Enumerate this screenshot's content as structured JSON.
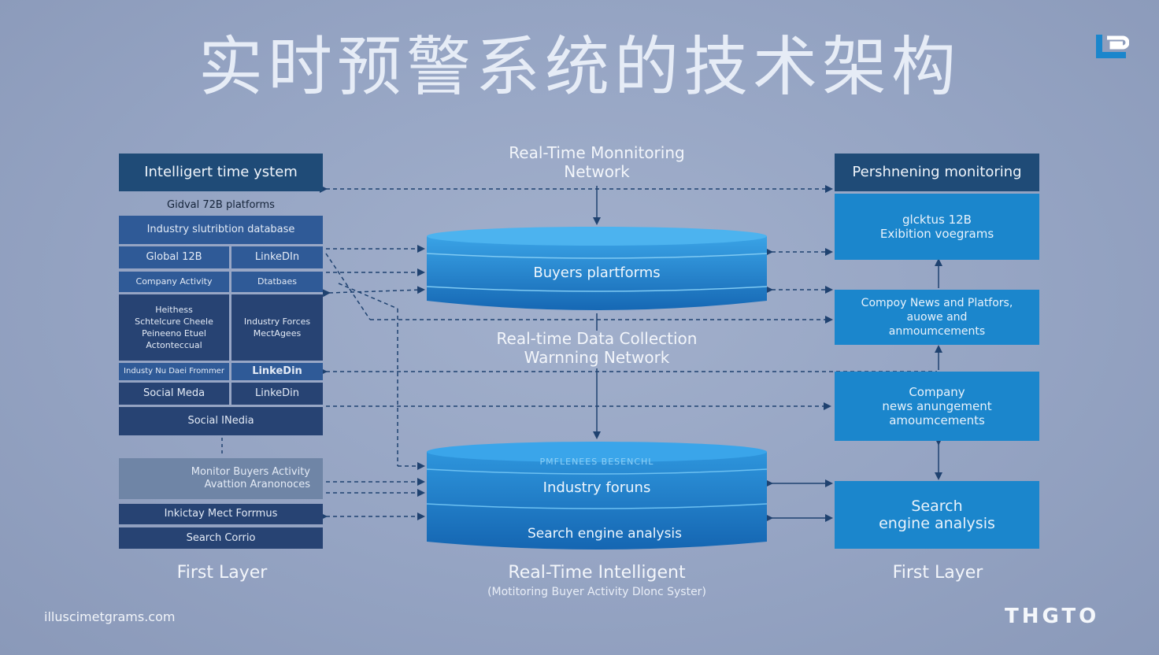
{
  "title": "实时预警系统的技术架构",
  "left": {
    "header": "Intelligert time ystem",
    "subheader": "Gidval 72B platforms",
    "row1": "Industry slutribtion database",
    "row2": [
      "Global 12B",
      "LinkeDIn"
    ],
    "row3": [
      "Company Activity",
      "Dtatbaes"
    ],
    "row4": [
      "Heithess\nSchtelcure Cheele\nPeineeno Etuel\nActonteccual",
      "Industry Forces\nMectAgees"
    ],
    "row5": [
      "Industy Nu Daei Frommer",
      "LinkeDin"
    ],
    "row6": [
      "Social Meda",
      "LinkeDin"
    ],
    "row7": "Social INedia",
    "grey_box": "Monitor Buyers Activity\nAvattion Aranonoces",
    "row8": "Inkictay Mect Forrmus",
    "row9": "Search Corrio",
    "label": "First Layer"
  },
  "center": {
    "top_label": "Real-Time Monnitoring\nNetwork",
    "cyl1_text": "Buyers plartforms",
    "mid_label": "Real-time Data Collection\nWarnning Network",
    "cyl2_band": "PMFLENEES BESENCHL",
    "cyl2_mid": "Industry foruns",
    "cyl2_bottom": "Search engine analysis",
    "label": "Real-Time Intelligent",
    "sublabel": "(Motitoring Buyer Activity Dlonc Syster)"
  },
  "right": {
    "header": "Pershnening monitoring",
    "box1": "glcktus 12B\nExibition voegrams",
    "box2": "Compoy News and Platfors,\nauowe and\nanmoumcements",
    "box3": "Company\nnews anungement\namoumcements",
    "box4": "Search\nengine analysis",
    "label": "First Layer"
  },
  "footer": {
    "left": "illuscimetgrams.com",
    "right": "THGTO"
  },
  "colors": {
    "background": "#95a4c3",
    "navy": "#1f4b77",
    "dark_blue": "#274373",
    "bright_blue": "#1b86cc",
    "line": "#1f4270"
  }
}
